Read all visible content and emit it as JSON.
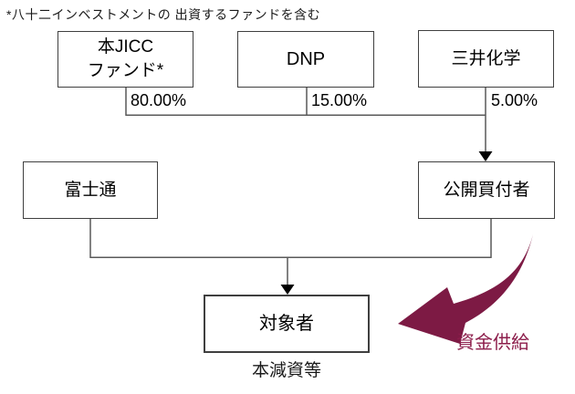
{
  "note": "*八十二インベストメントの 出資するファンドを含む",
  "nodes": {
    "jicc_fund": {
      "label": "本JICC\nファンド*",
      "ownership": "80.00%"
    },
    "dnp": {
      "label": "DNP",
      "ownership": "15.00%"
    },
    "mitsui_chemicals": {
      "label": "三井化学",
      "ownership": "5.00%"
    },
    "fujitsu": {
      "label": "富士通"
    },
    "tender_offeror": {
      "label": "公開買付者"
    },
    "target": {
      "label": "対象者"
    }
  },
  "captions": {
    "capital_reduction": "本減資等",
    "funding_supply": "資金供給"
  },
  "colors": {
    "funding_arrow": "#7d1a44",
    "funding_text": "#8c1d4b",
    "connector_line": "#595959",
    "box_border": "#3f3f3f",
    "black_arrowhead": "#000000"
  }
}
